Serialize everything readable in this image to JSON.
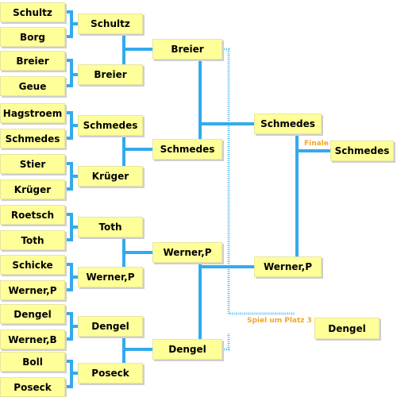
{
  "round1": [
    "Schultz",
    "Borg",
    "Breier",
    "Geue",
    "Hagstroem",
    "Schmedes",
    "Stier",
    "Krüger",
    "Roetsch",
    "Toth",
    "Schicke",
    "Werner,P",
    "Dengel",
    "Werner,B",
    "Boll",
    "Poseck"
  ],
  "round2": [
    "Schultz",
    "Breier",
    "Schmedes",
    "Krüger",
    "Toth",
    "Werner,P",
    "Dengel",
    "Poseck"
  ],
  "quarterfinal": [
    "Breier",
    "Schmedes",
    "Werner,P",
    "Dengel"
  ],
  "semifinal": [
    "Schmedes",
    "Werner,P"
  ],
  "final": {
    "label": "Finale",
    "winner": "Schmedes"
  },
  "third_place": {
    "label": "Spiel um Platz 3",
    "winner": "Dengel"
  },
  "colors": {
    "line": "#33aaee",
    "box": "#ffff99",
    "label": "#f5a623"
  }
}
